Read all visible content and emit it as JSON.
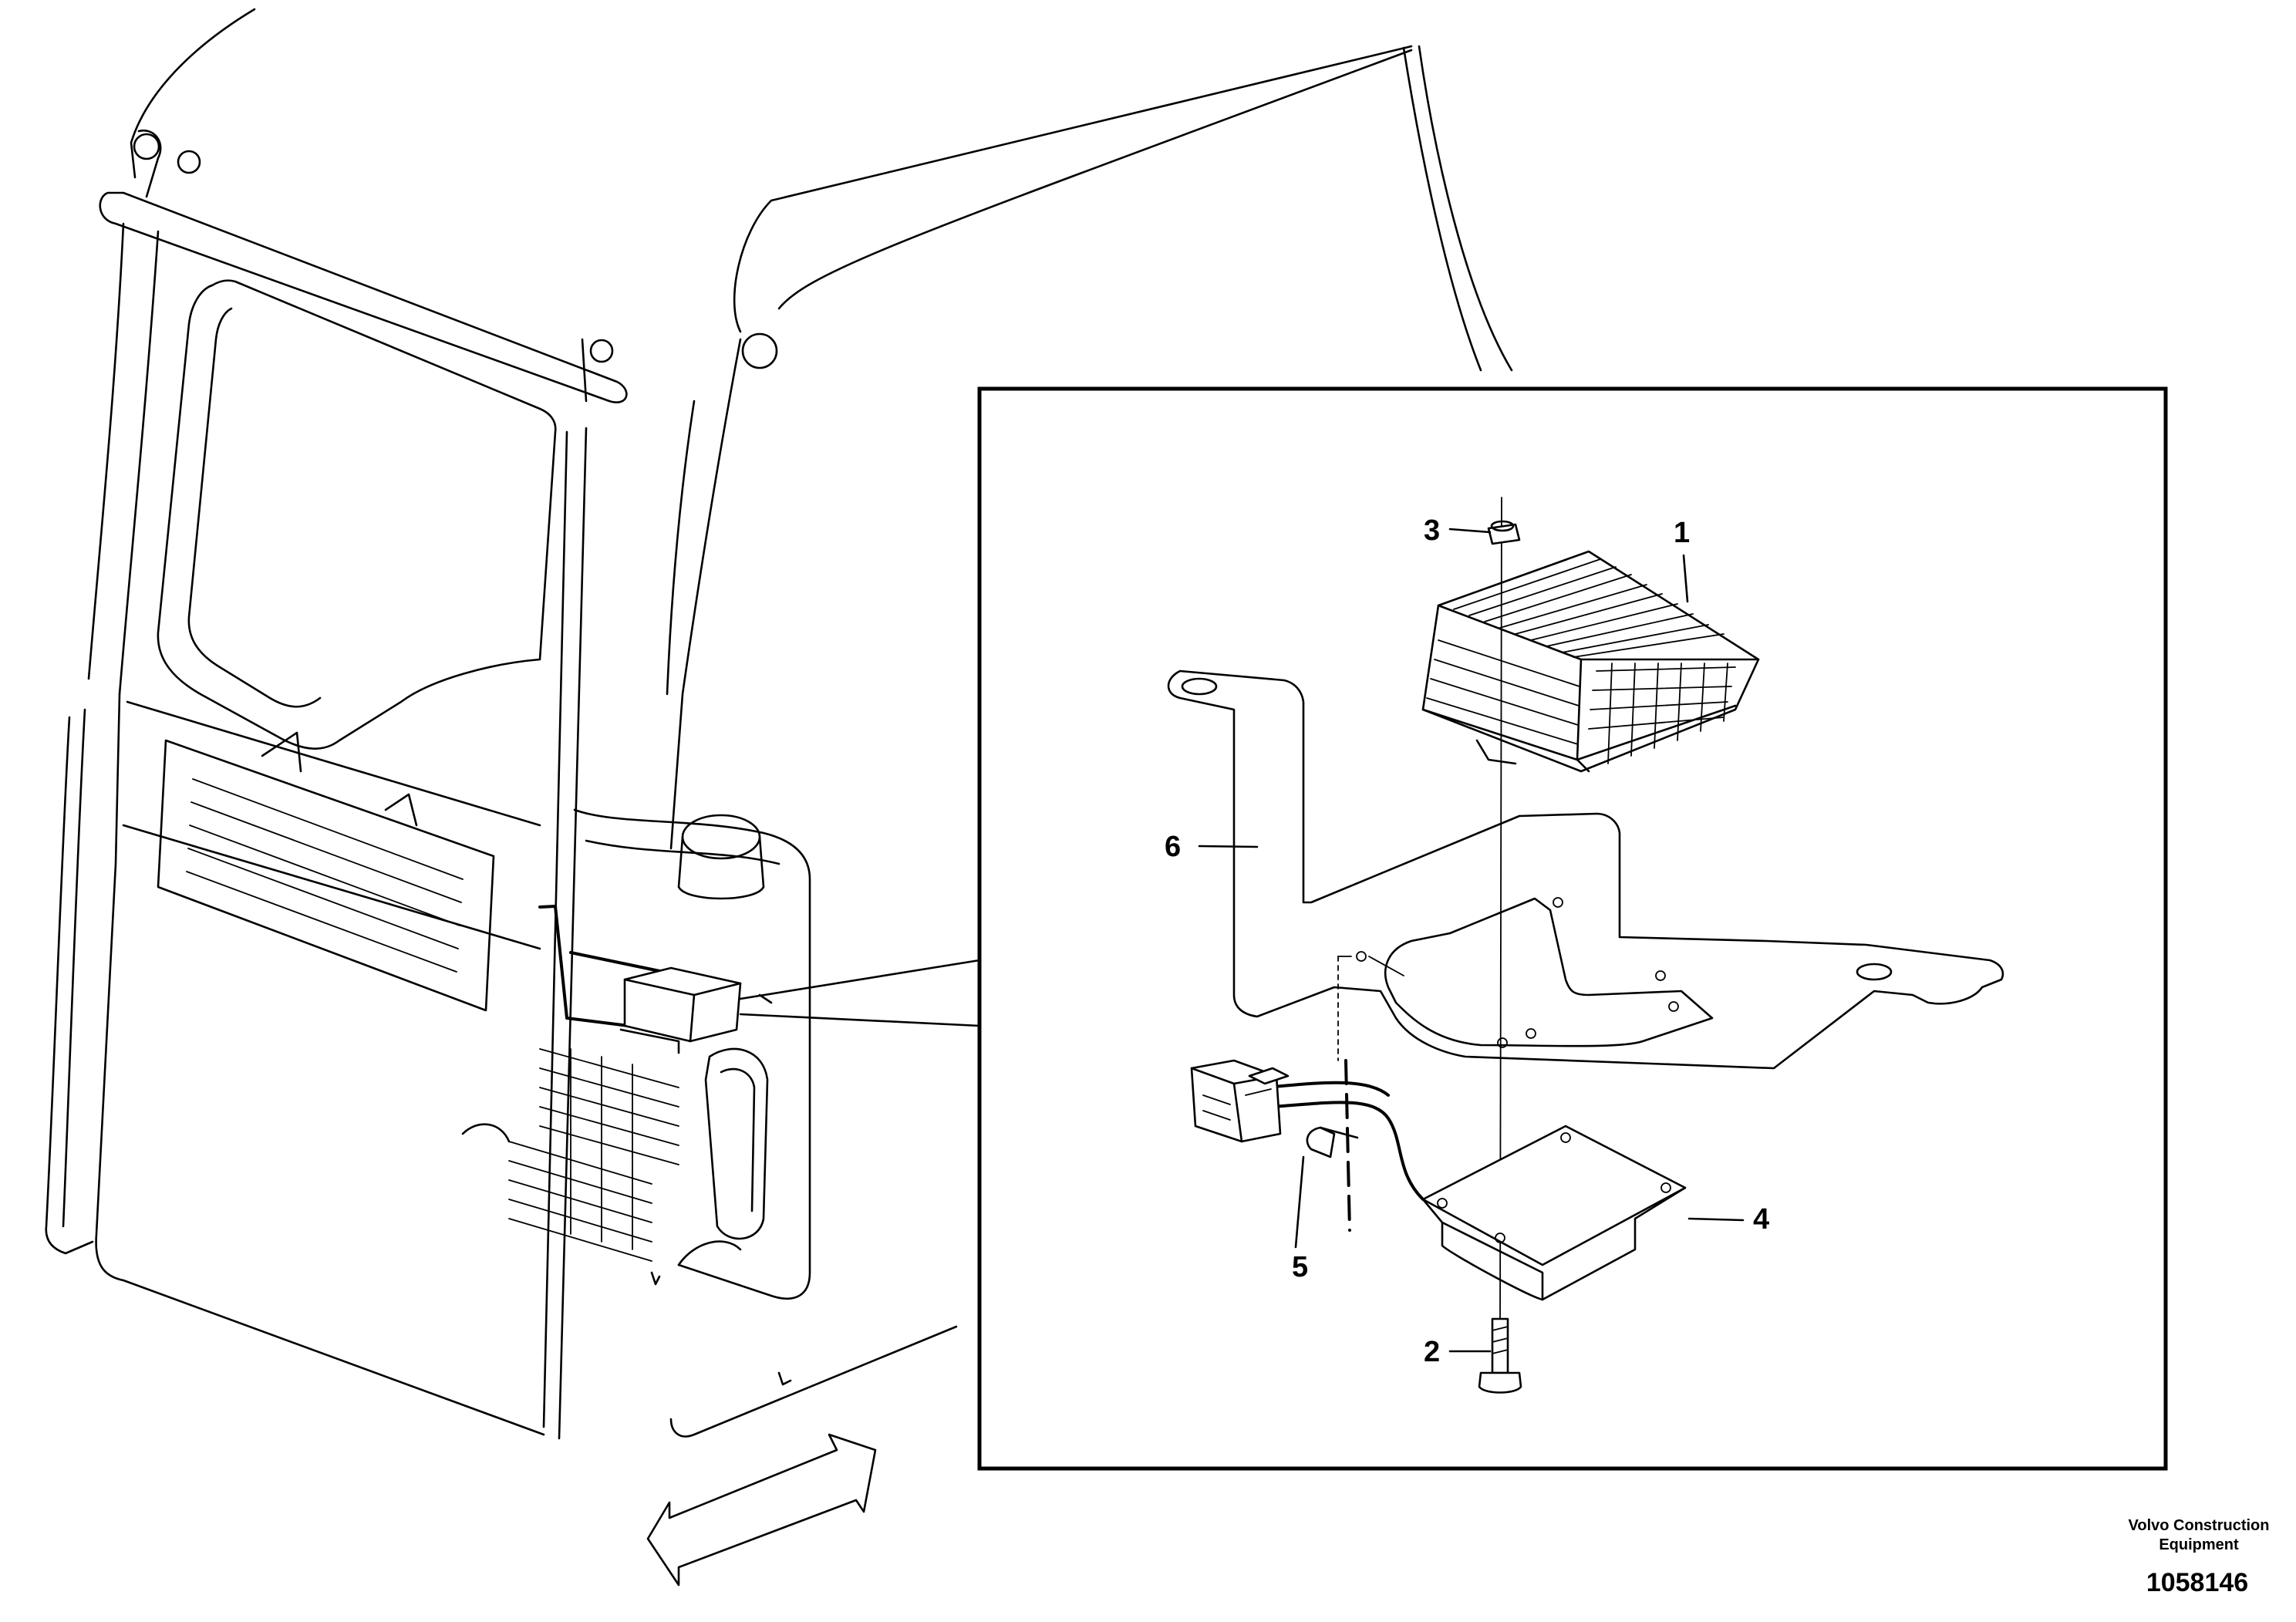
{
  "callouts": {
    "part_1": "1",
    "part_2": "2",
    "part_3": "3",
    "part_4": "4",
    "part_5": "5",
    "part_6": "6"
  },
  "credit": {
    "line1": "Volvo Construction",
    "line2": "Equipment"
  },
  "drawing_number": "1058146"
}
